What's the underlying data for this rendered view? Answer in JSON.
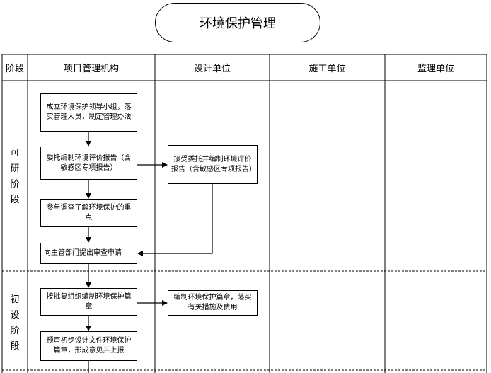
{
  "title": "环境保护管理",
  "columns": {
    "stage": "阶段",
    "pm": "项目管理机构",
    "design": "设计单位",
    "construction": "施工单位",
    "supervision": "监理单位"
  },
  "stages": {
    "feasibility": "可研阶段",
    "preliminary": "初设阶段"
  },
  "boxes": {
    "b1": "成立环境保护领导小组，落实管理人员，制定管理办法",
    "b2": "委托编制环境评价报告（含敏感区专项报告）",
    "b3": "参与调查了解环境保护的重点",
    "b4": "向主管部门提出审查申请",
    "b5": "按批复组织编制环境保护篇章",
    "b6": "预审初步设计文件环境保护篇章，形成意见并上报",
    "d1": "接受委托并编制环境评价报告（含敏感区专项报告）",
    "d2": "编制环境保护篇章，落实有关措施及费用"
  }
}
